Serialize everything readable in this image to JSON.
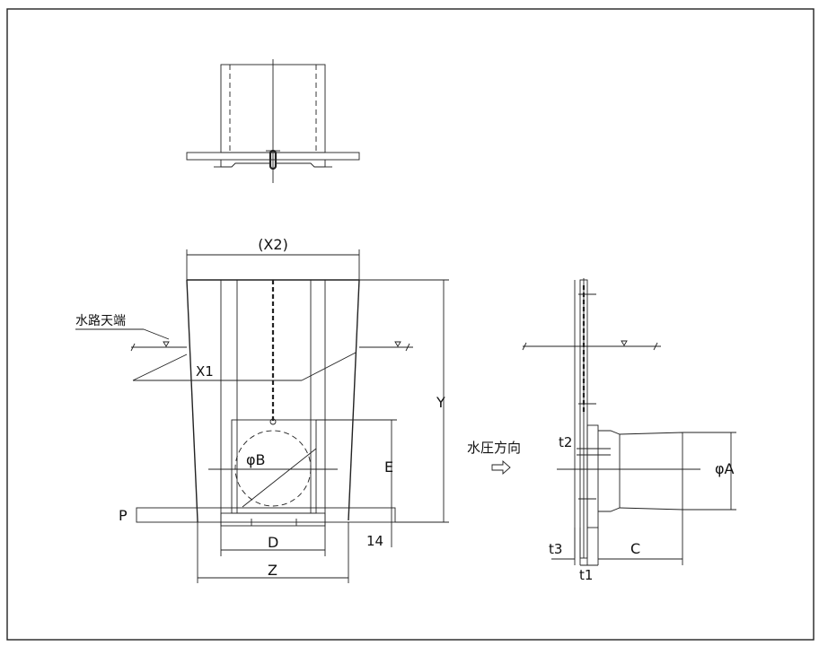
{
  "labels": {
    "x2": "(X2)",
    "x1": "X1",
    "y": "Y",
    "e": "E",
    "phi_b": "φB",
    "p": "P",
    "d": "D",
    "z": "Z",
    "dim_14": "14",
    "water_level": "水路天端",
    "pressure": "水圧方向",
    "t2": "t2",
    "phi_a": "φA",
    "t3": "t3",
    "c": "C",
    "t1": "t1"
  },
  "colors": {
    "line": "#222222",
    "background": "#ffffff"
  }
}
